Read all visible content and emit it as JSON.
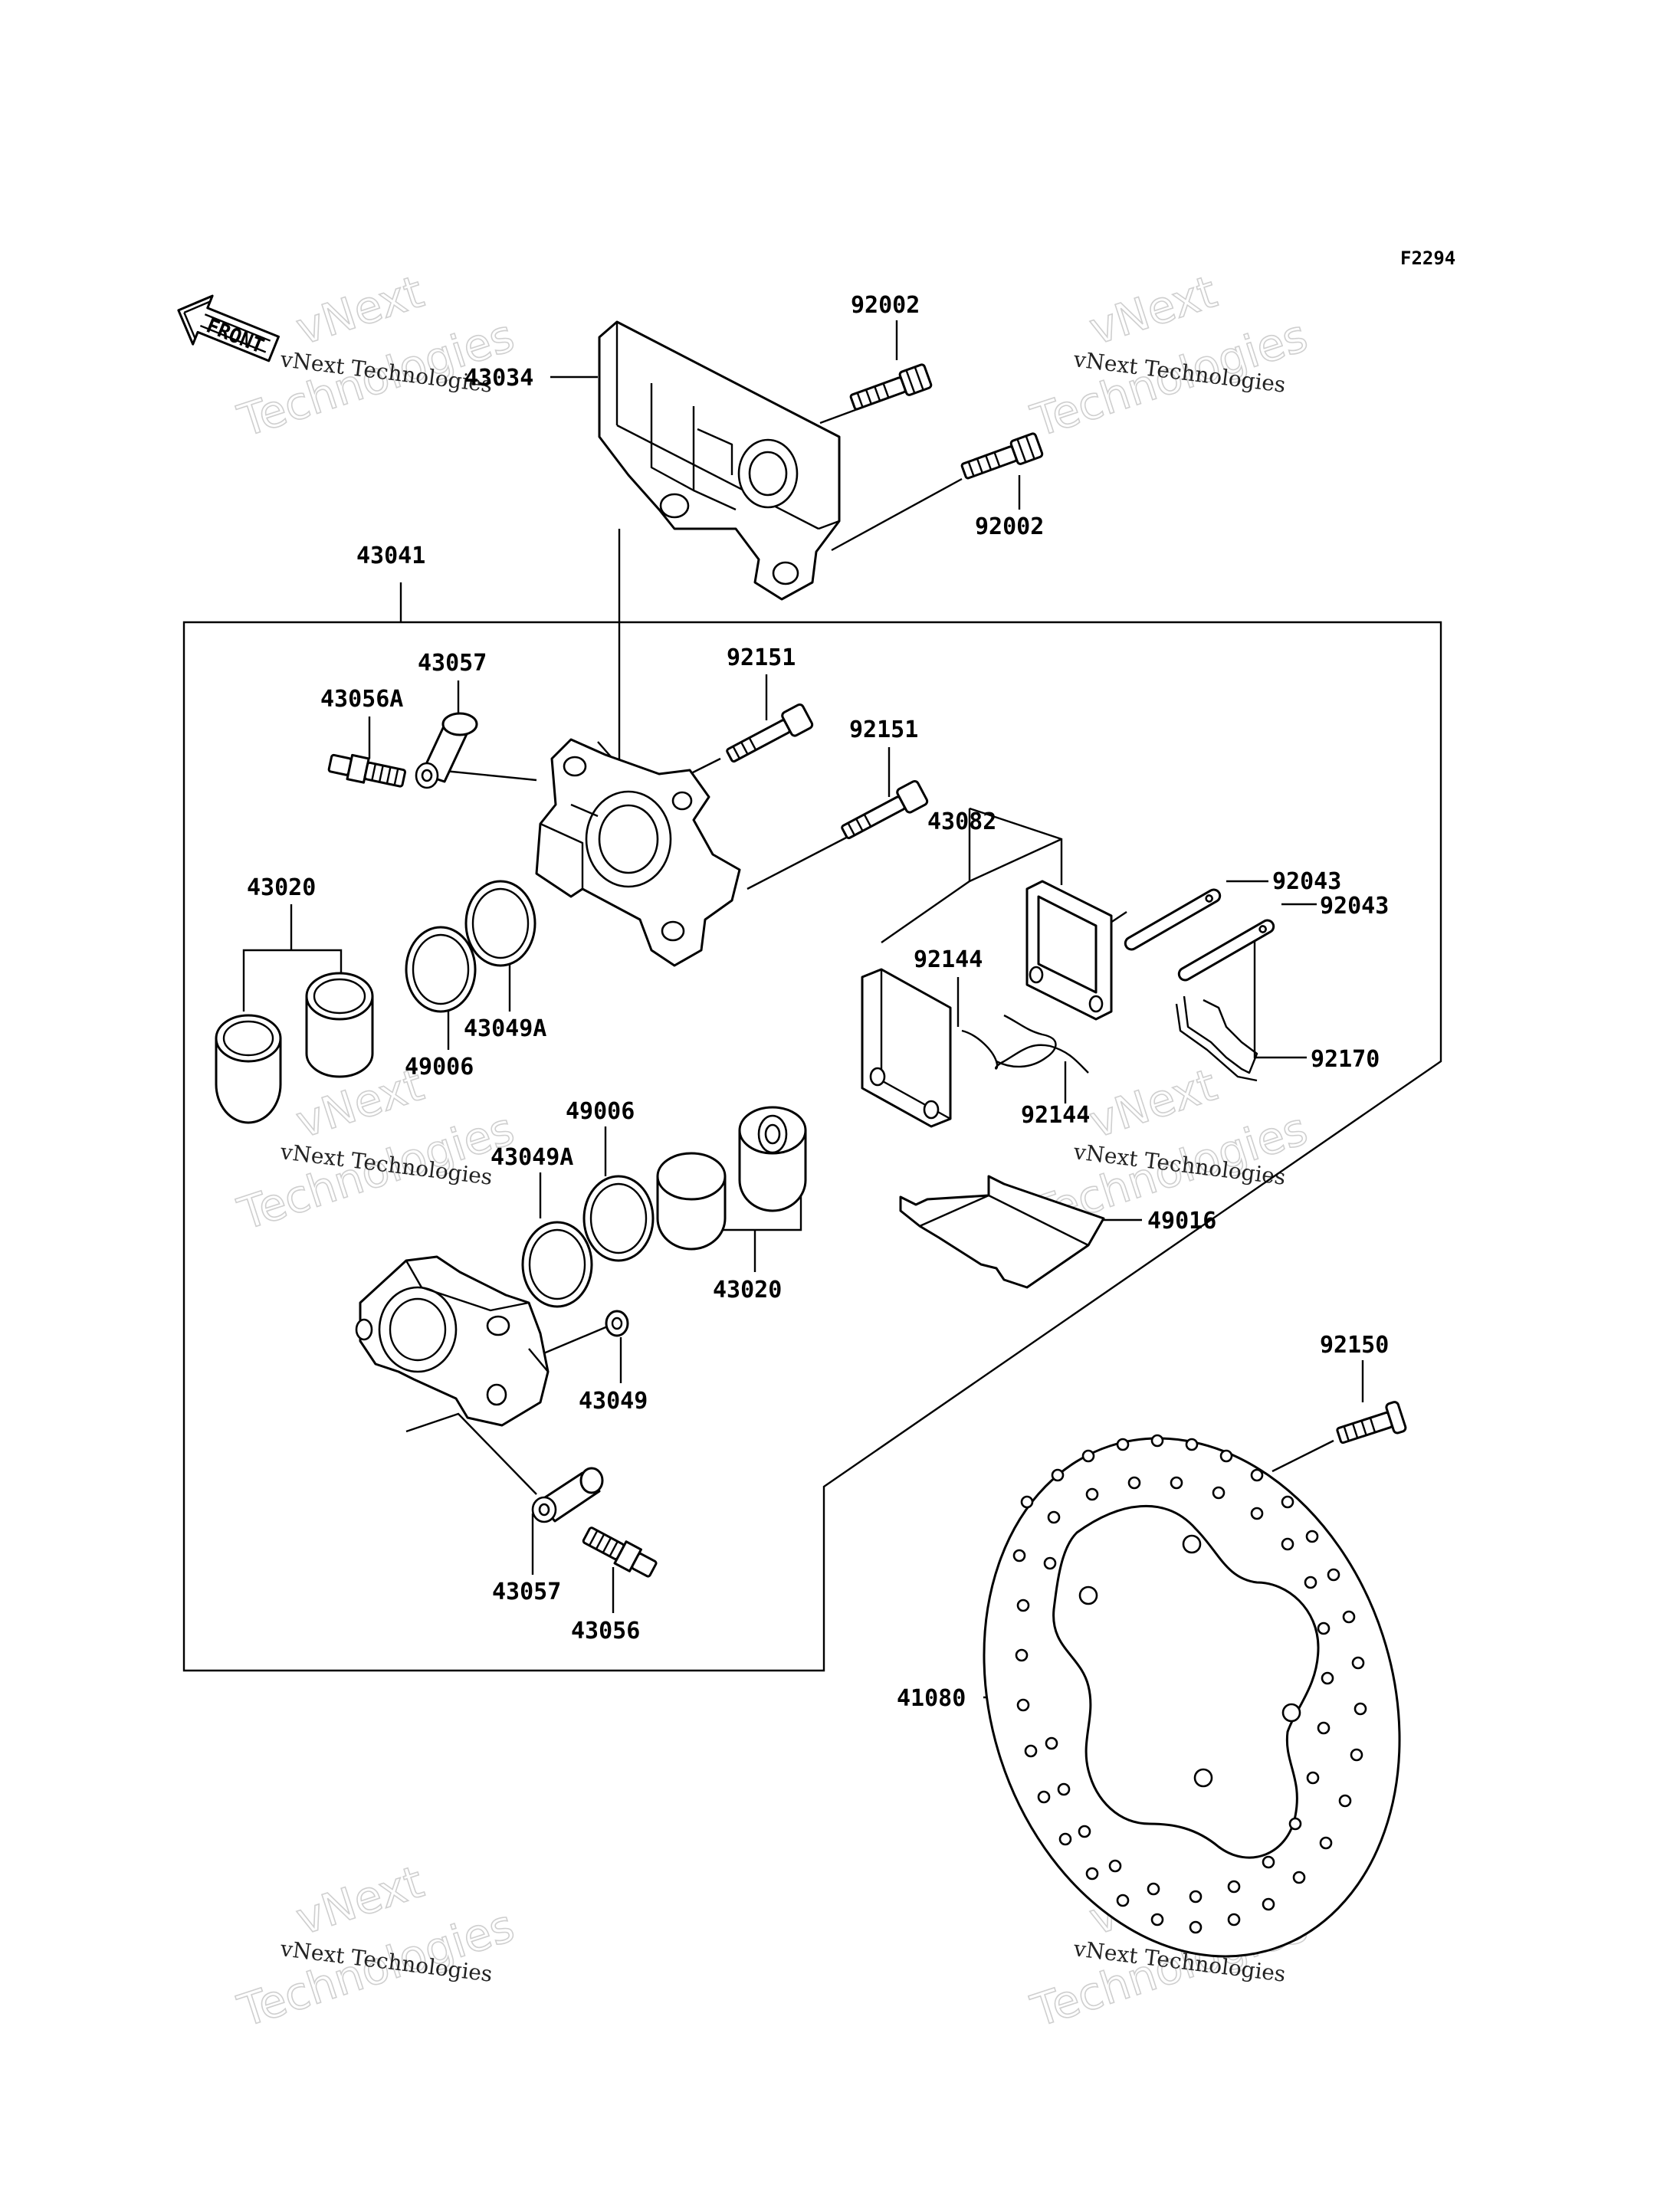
{
  "diagram_code": "F2294",
  "front_arrow": {
    "label": "FRONT",
    "icon": "front-arrow-icon"
  },
  "watermark": {
    "line1": "vNext Technologies",
    "line2": "vNext",
    "line3": "Technologies"
  },
  "callouts": {
    "c43034": "43034",
    "c92002a": "92002",
    "c92002b": "92002",
    "c43041": "43041",
    "c43057a": "43057",
    "c43056A": "43056A",
    "c92151a": "92151",
    "c92151b": "92151",
    "c43082": "43082",
    "c92043a": "92043",
    "c92043b": "92043",
    "c43020a": "43020",
    "c92144a": "92144",
    "c92144b": "92144",
    "c92170": "92170",
    "c43049Aa": "43049A",
    "c49006a": "49006",
    "c49006b": "49006",
    "c43049Ab": "43049A",
    "c49016": "49016",
    "c43020b": "43020",
    "c43049": "43049",
    "c92150": "92150",
    "c43057b": "43057",
    "c43056": "43056",
    "c41080": "41080"
  }
}
